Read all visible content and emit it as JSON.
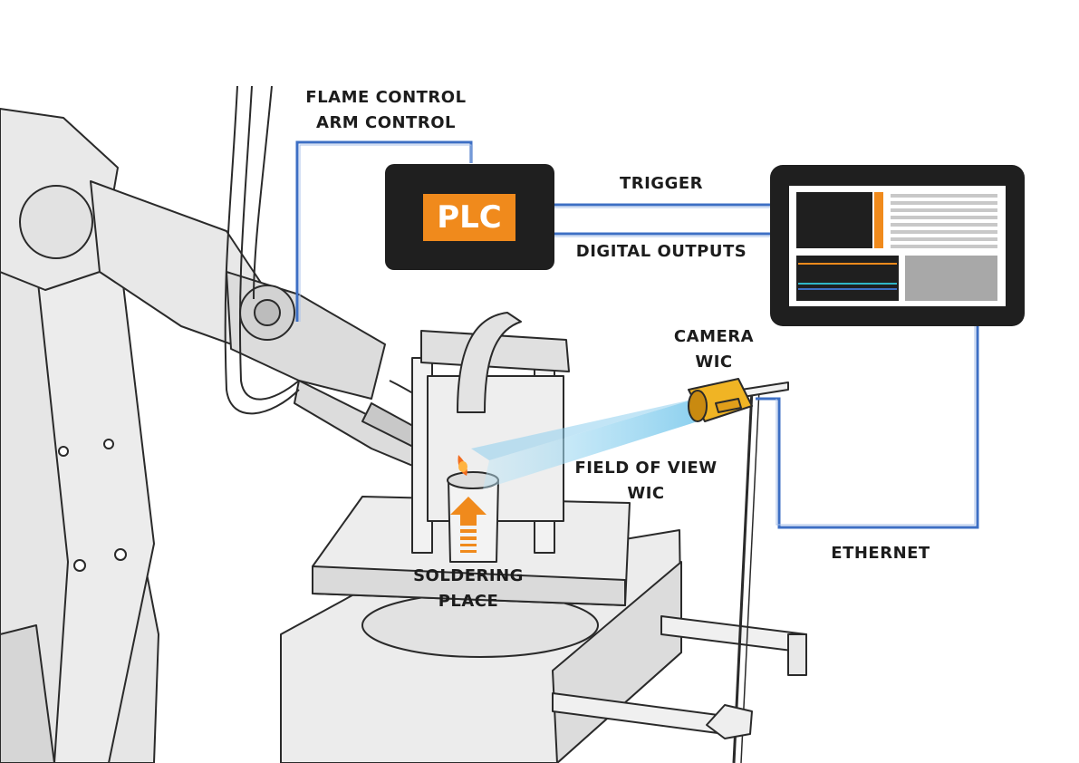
{
  "labels": {
    "flame_control": "FLAME CONTROL",
    "arm_control": "ARM CONTROL",
    "plc": "PLC",
    "trigger": "TRIGGER",
    "digital_outputs": "DIGITAL OUTPUTS",
    "camera": "CAMERA",
    "camera_wic": "WIC",
    "field_of_view": "FIELD OF VIEW",
    "field_of_view_wic": "WIC",
    "soldering": "SOLDERING",
    "place": "PLACE",
    "ethernet": "ETHERNET"
  },
  "colors": {
    "cable_blue": "#3d6fc4",
    "plc_orange": "#f08a1c",
    "dark_panel": "#1f1f1f",
    "fov_blue": "#8fd0ee",
    "camera_yellow": "#f0b424",
    "machine_gray": "#e4e4e4",
    "outline": "#2a2a2a"
  },
  "icons": [
    "robot-arm-icon",
    "plc-box-icon",
    "monitor-icon",
    "camera-icon",
    "torch-flame-icon",
    "upward-arrow-icon"
  ]
}
